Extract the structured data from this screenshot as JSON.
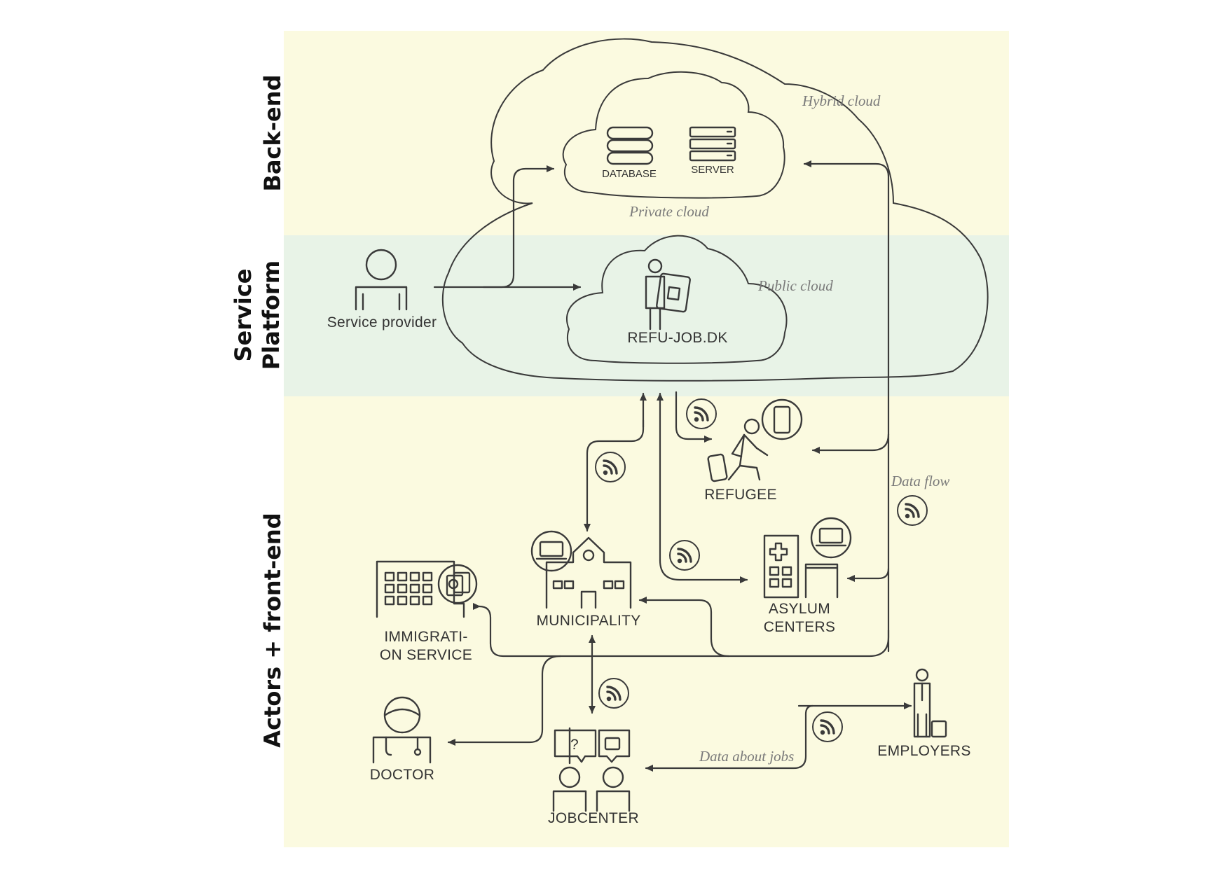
{
  "bands": {
    "backend": "Back-end",
    "service_line1": "Service",
    "service_line2": "Platform",
    "actors": "Actors + front-end"
  },
  "clouds": {
    "hybrid": "Hybrid cloud",
    "private": "Private cloud",
    "public": "Public cloud"
  },
  "backend": {
    "database": "DATABASE",
    "server": "SERVER"
  },
  "platform": {
    "name": "REFU-JOB.DK",
    "service_provider": "Service provider"
  },
  "actors": {
    "refugee": "REFUGEE",
    "municipality": "MUNICIPALITY",
    "asylum_line1": "ASYLUM",
    "asylum_line2": "CENTERS",
    "immigration_line1": "IMMIGRATI-",
    "immigration_line2": "ON SERVICE",
    "doctor": "DOCTOR",
    "jobcenter": "JOBCENTER",
    "employers": "EMPLOYERS"
  },
  "annotations": {
    "data_flow": "Data flow",
    "data_about_jobs": "Data about jobs"
  },
  "colors": {
    "band_yellow": "#fbfae0",
    "band_green": "#e8f3e7",
    "stroke": "#3a3a3a"
  }
}
